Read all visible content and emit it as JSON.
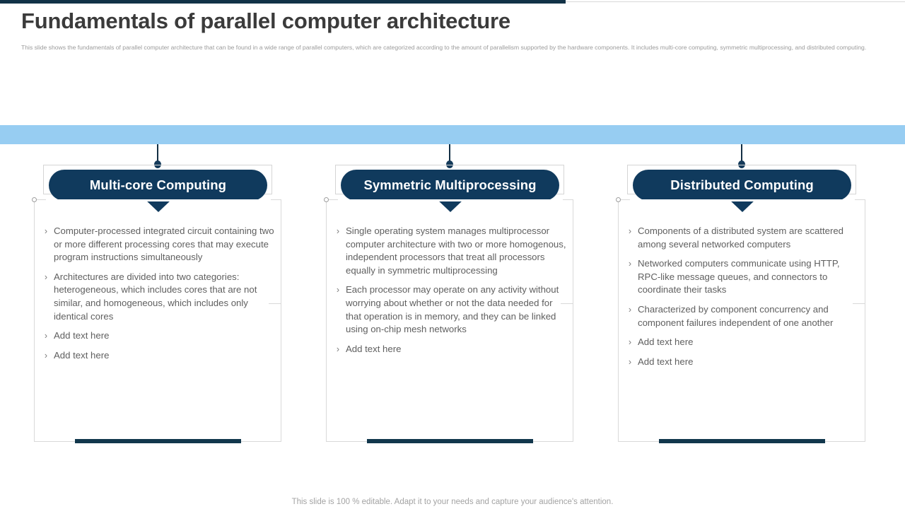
{
  "slide": {
    "title": "Fundamentals of parallel computer architecture",
    "subtitle": "This slide shows the fundamentals of parallel computer architecture that can be found in a wide range of parallel computers, which are categorized according to the amount of parallelism supported by the hardware components. It includes multi-core computing, symmetric multiprocessing, and distributed computing.",
    "footer": "This slide is 100 % editable. Adapt it to your needs and capture your audience's attention."
  },
  "colors": {
    "top_rule_dark": "#123247",
    "band_blue": "#97cdf2",
    "pill_navy": "#103a5d",
    "accent_navy": "#12374c",
    "title_gray": "#3b3b3b",
    "body_gray": "#5f5f5f",
    "subtitle_gray": "#9b9b9b",
    "frame_gray": "#d9d9d9"
  },
  "bullet_marker": "›",
  "cards": [
    {
      "title": "Multi-core Computing",
      "bullets": [
        "Computer-processed integrated circuit containing two or more different processing cores that may execute program instructions simultaneously",
        "Architectures are divided into two categories: heterogeneous, which includes cores that are not similar, and homogeneous, which includes only identical cores",
        "Add text here",
        "Add text here"
      ]
    },
    {
      "title": "Symmetric Multiprocessing",
      "bullets": [
        "Single operating system manages multiprocessor computer architecture with two or more homogenous, independent processors that treat all processors equally in symmetric multiprocessing",
        "Each processor may operate on any activity without worrying about whether or not the data needed for that operation is in memory, and they can be linked using on-chip mesh networks",
        "Add text here"
      ]
    },
    {
      "title": "Distributed Computing",
      "bullets": [
        "Components of a distributed system are scattered among several networked computers",
        "Networked computers communicate using HTTP, RPC-like message queues, and connectors to coordinate their tasks",
        "Characterized by component concurrency and component failures independent of one another",
        "Add text here",
        "Add text here"
      ]
    }
  ]
}
